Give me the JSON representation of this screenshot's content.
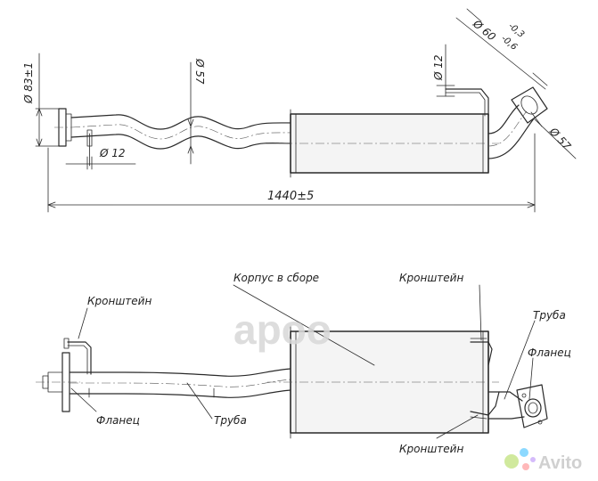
{
  "dimensions": {
    "flange_diameter": "Ø 83±1",
    "pipe_diameter_left": "Ø 57",
    "bracket_left_diameter": "Ø 12",
    "bracket_right_diameter": "Ø 12",
    "outlet_diameter": "Ø 57",
    "outlet_tube_diameter": "Ø 60",
    "outlet_tolerance_upper": "-0,3",
    "outlet_tolerance_lower": "-0,6",
    "overall_length": "1440±5"
  },
  "labels": {
    "bracket_left": "Кронштейн",
    "body_assembly": "Корпус в сборе",
    "bracket_top_right": "Кронштейн",
    "pipe_right": "Труба",
    "flange_right": "Фланец",
    "flange_left": "Фланец",
    "pipe_left": "Труба",
    "bracket_bottom_right": "Кронштейн"
  },
  "watermarks": {
    "center_logo": "apoo",
    "corner_logo": "Avito"
  },
  "colors": {
    "ink": "#2a2a2a",
    "watermark": "#d8d8d8",
    "avito_dot_green": "#97cf26",
    "avito_dot_blue": "#00aaff",
    "avito_dot_red": "#ff6163",
    "avito_dot_purple": "#a169f7"
  }
}
